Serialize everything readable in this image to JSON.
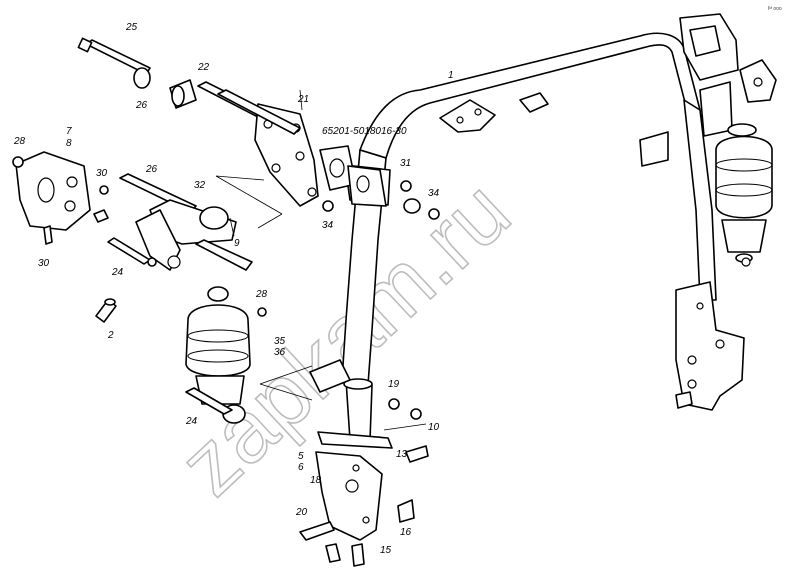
{
  "watermark": "zapkam.ru",
  "corner_code": "Iᴹ ooo",
  "labels": {
    "l1": "1",
    "l2": "2",
    "l5": "5",
    "l6": "6",
    "l7": "7",
    "l8": "8",
    "l9": "9",
    "l10": "10",
    "l13": "13",
    "l15": "15",
    "l16": "16",
    "l18": "18",
    "l19": "19",
    "l20": "20",
    "l21": "21",
    "l22": "22",
    "l24a": "24",
    "l24b": "24",
    "l25": "25",
    "l26a": "26",
    "l26b": "26",
    "l28a": "28",
    "l28b": "28",
    "l30a": "30",
    "l30b": "30",
    "l31": "31",
    "l32": "32",
    "l34a": "34",
    "l34b": "34",
    "l35": "35",
    "l36": "36",
    "part_code": "65201-5018016-30"
  }
}
